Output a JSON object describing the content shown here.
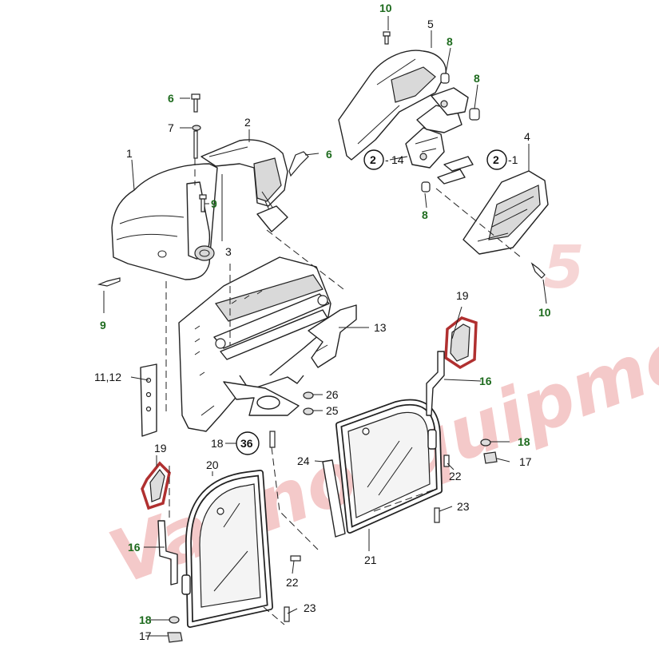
{
  "watermark": {
    "text_main": "Vannoequipment",
    "text_side": "5"
  },
  "callouts": {
    "c1": "1",
    "c2": "2",
    "c3": "3",
    "c4": "4",
    "c5": "5",
    "c6a": "6",
    "c6b": "6",
    "c7": "7",
    "c8a": "8",
    "c8b": "8",
    "c8c": "8",
    "c9a": "9",
    "c9b": "9",
    "c10a": "10",
    "c10b": "10",
    "c11_12": "11,12",
    "c13": "13",
    "c14": "14",
    "c16a": "16",
    "c16b": "16",
    "c17a": "17",
    "c17b": "17",
    "c18a": "18",
    "c18b": "18",
    "c18c": "18",
    "c19a": "19",
    "c19b": "19",
    "c20": "20",
    "c21": "21",
    "c22a": "22",
    "c22b": "22",
    "c23a": "23",
    "c23b": "23",
    "c24": "24",
    "c25": "25",
    "c26": "26",
    "circle2a": "2",
    "circle2b": "2",
    "circle36": "36",
    "dash14": "-",
    "dash1": "-1"
  },
  "colors": {
    "green_callout": "#1e6b1e",
    "watermark_red": "#e88888",
    "mirror_rim": "#b03030"
  }
}
